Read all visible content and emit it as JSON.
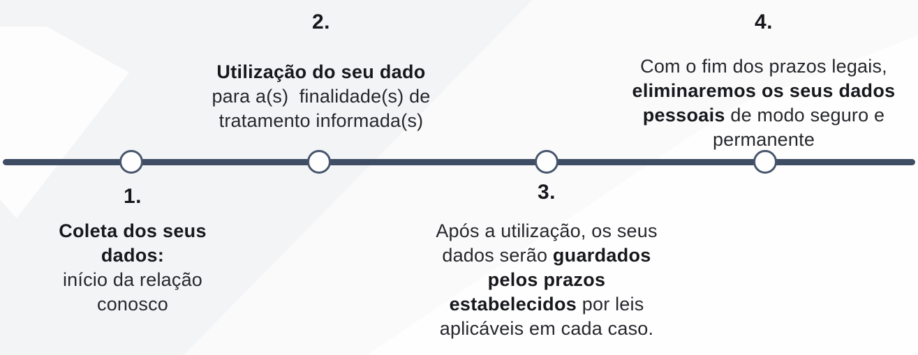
{
  "colors": {
    "line": "#3f4d64",
    "node_border": "#47556c",
    "node_fill": "#fefefe",
    "text": "#1e1f24",
    "background": "#f3f4f6",
    "watermark": "#ffffff"
  },
  "timeline": {
    "type": "horizontal-timeline",
    "steps": [
      {
        "number": "1.",
        "label_position": "below",
        "lines": [
          {
            "segments": [
              {
                "text": "Coleta dos seus",
                "bold": true
              }
            ]
          },
          {
            "segments": [
              {
                "text": "dados:",
                "bold": true
              }
            ]
          },
          {
            "segments": [
              {
                "text": "início da relação",
                "bold": false
              }
            ]
          },
          {
            "segments": [
              {
                "text": "conosco",
                "bold": false
              }
            ]
          }
        ]
      },
      {
        "number": "2.",
        "label_position": "above",
        "lines": [
          {
            "segments": [
              {
                "text": "Utilização do seu dado",
                "bold": true
              }
            ]
          },
          {
            "segments": [
              {
                "text": "para a(s)  finalidade(s) de",
                "bold": false
              }
            ]
          },
          {
            "segments": [
              {
                "text": "tratamento informada(s)",
                "bold": false
              }
            ]
          }
        ]
      },
      {
        "number": "3.",
        "label_position": "below",
        "lines": [
          {
            "segments": [
              {
                "text": "Após a utilização, os seus",
                "bold": false
              }
            ]
          },
          {
            "segments": [
              {
                "text": "dados serão ",
                "bold": false
              },
              {
                "text": "guardados",
                "bold": true
              }
            ]
          },
          {
            "segments": [
              {
                "text": "pelos prazos",
                "bold": true
              }
            ]
          },
          {
            "segments": [
              {
                "text": "estabelecidos",
                "bold": true
              },
              {
                "text": " por leis",
                "bold": false
              }
            ]
          },
          {
            "segments": [
              {
                "text": "aplicáveis em cada caso.",
                "bold": false
              }
            ]
          }
        ]
      },
      {
        "number": "4.",
        "label_position": "above",
        "lines": [
          {
            "segments": [
              {
                "text": "Com o fim dos prazos legais,",
                "bold": false
              }
            ]
          },
          {
            "segments": [
              {
                "text": "eliminaremos os seus dados",
                "bold": true
              }
            ]
          },
          {
            "segments": [
              {
                "text": "pessoais",
                "bold": true
              },
              {
                "text": " de modo seguro e",
                "bold": false
              }
            ]
          },
          {
            "segments": [
              {
                "text": "permanente",
                "bold": false
              }
            ]
          }
        ]
      }
    ]
  }
}
